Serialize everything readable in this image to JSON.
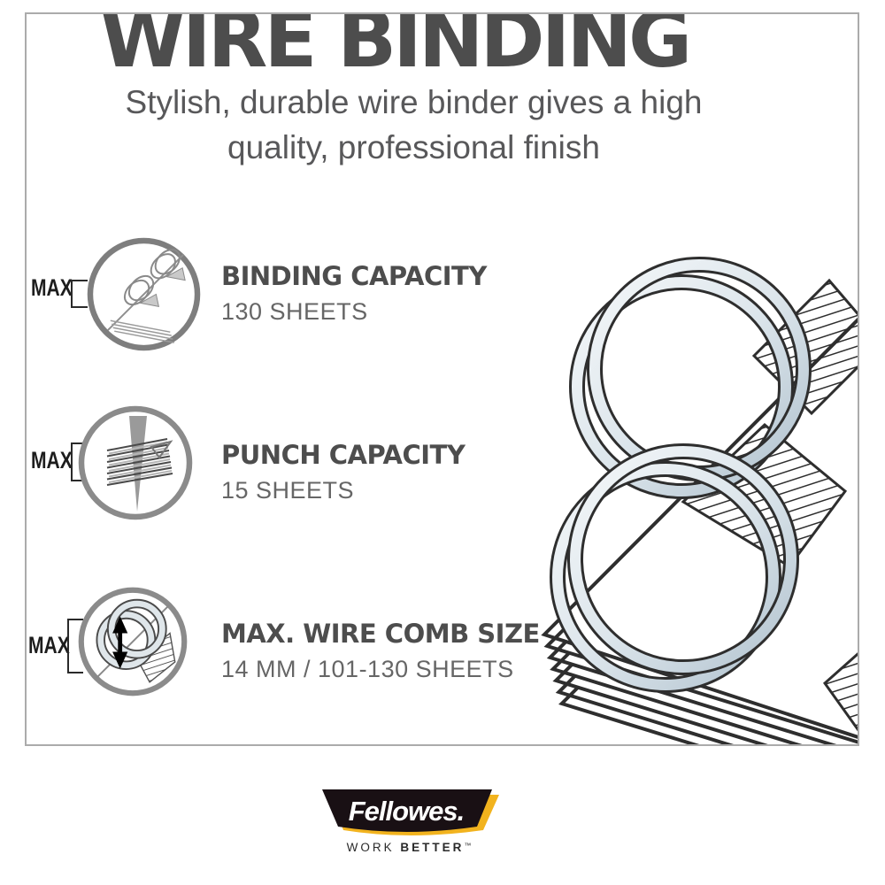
{
  "panel": {
    "title": "WIRE BINDING",
    "subtitle_line1": "Stylish, durable wire binder gives a high",
    "subtitle_line2": "quality, professional finish",
    "features": [
      {
        "max_label": "MAX",
        "heading": "BINDING CAPACITY",
        "value": "130 SHEETS"
      },
      {
        "max_label": "MAX",
        "heading": "PUNCH CAPACITY",
        "value": "15 SHEETS"
      },
      {
        "max_label": "MAX",
        "heading": "MAX. WIRE COMB SIZE",
        "value": "14 MM / 101-130 SHEETS"
      }
    ]
  },
  "brand": {
    "logo_text": "Fellowes.",
    "tagline_word1": "WORK",
    "tagline_word2": "BETTER",
    "trademark": "™"
  },
  "colors": {
    "title_text": "#4d4d4d",
    "subtitle_text": "#58585a",
    "heading_text": "#4d4d4d",
    "value_text": "#666666",
    "frame_border": "#ababab",
    "icon_circle": "#7e7e7e",
    "wire_light": "#eef3f6",
    "wire_dark": "#b2c3cf",
    "line_ink": "#2e2e2e",
    "logo_black": "#191014",
    "logo_yellow": "#f2b31e"
  }
}
